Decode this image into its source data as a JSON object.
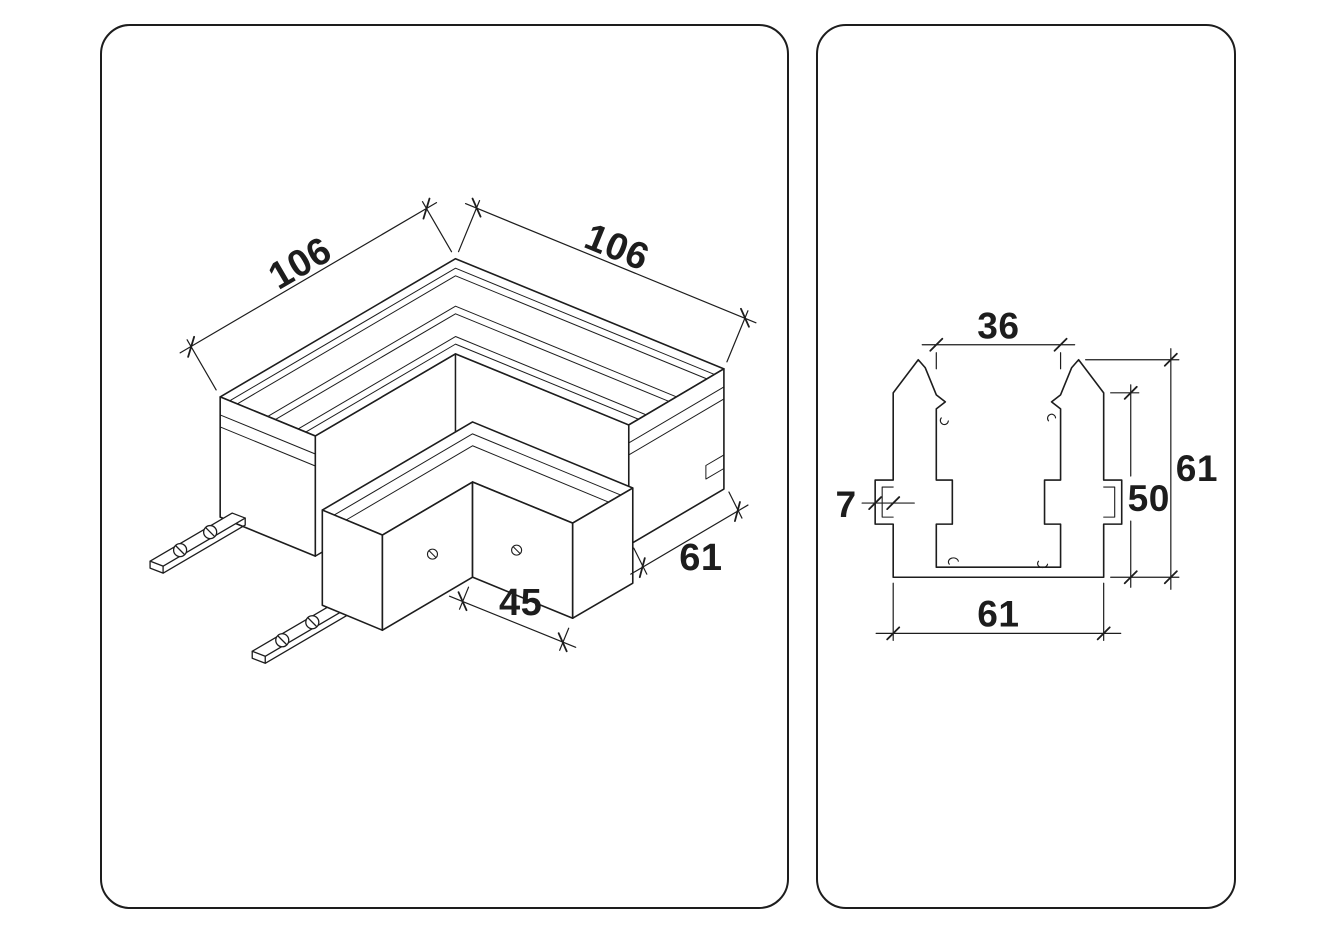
{
  "canvas": {
    "background": "#ffffff",
    "line_color": "#1d1d1d"
  },
  "left_panel": {
    "view": "isometric corner connector",
    "dims": {
      "arm_left_length": "106",
      "arm_right_length": "106",
      "insert_width": "45",
      "profile_width": "61"
    }
  },
  "right_panel": {
    "view": "profile cross-section",
    "dims": {
      "opening_width": "36",
      "lug_depth": "7",
      "overall_height": "61",
      "side_height": "50",
      "overall_width": "61"
    }
  }
}
